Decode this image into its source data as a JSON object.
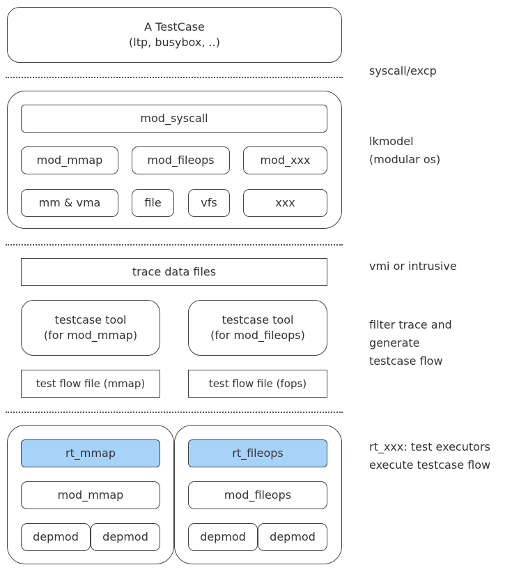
{
  "testcase": {
    "line1": "A TestCase",
    "line2": "(ltp, busybox, ..)"
  },
  "lkmodel": {
    "syscall": "mod_syscall",
    "row1": [
      "mod_mmap",
      "mod_fileops",
      "mod_xxx"
    ],
    "row2": [
      "mm & vma",
      "file",
      "vfs",
      "xxx"
    ]
  },
  "trace": {
    "data_files": "trace data files",
    "tool_mmap": {
      "line1": "testcase tool",
      "line2": "(for mod_mmap)"
    },
    "tool_fileops": {
      "line1": "testcase tool",
      "line2": "(for mod_fileops)"
    },
    "flow_mmap": "test flow file (mmap)",
    "flow_fops": "test flow file (fops)"
  },
  "executors": {
    "left": {
      "rt": "rt_mmap",
      "mod": "mod_mmap",
      "deps": [
        "depmod",
        "depmod"
      ]
    },
    "right": {
      "rt": "rt_fileops",
      "mod": "mod_fileops",
      "deps": [
        "depmod",
        "depmod"
      ]
    }
  },
  "notes": {
    "syscall": "syscall/excp",
    "lkmodel_1": "lkmodel",
    "lkmodel_2": "(modular os)",
    "vmi": "vmi or intrusive",
    "filter_1": "filter trace and",
    "filter_2": "generate",
    "filter_3": "testcase flow",
    "rt_1": "rt_xxx: test executors",
    "rt_2": "execute testcase flow"
  },
  "colors": {
    "highlight": "#a7d3fb",
    "stroke": "#444444",
    "text": "#333333"
  }
}
